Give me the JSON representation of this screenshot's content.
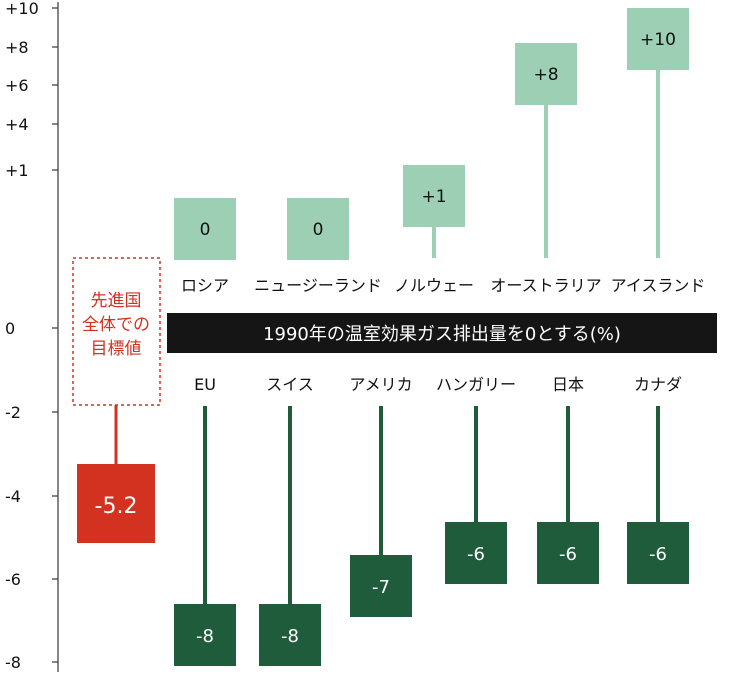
{
  "chart_data": {
    "type": "bar",
    "title": "1990年の温室効果ガス排出量を0とする(%)",
    "y_axis": {
      "tick_labels": [
        "+10",
        "+8",
        "+6",
        "+4",
        "+1",
        "0",
        "-2",
        "-4",
        "-6",
        "-8"
      ]
    },
    "target": {
      "label_lines": [
        "先進国",
        "全体での",
        "目標値"
      ],
      "value": -5.2,
      "value_label": "-5.2"
    },
    "positive_series": {
      "categories": [
        "ロシア",
        "ニュージーランド",
        "ノルウェー",
        "オーストラリア",
        "アイスランド"
      ],
      "values": [
        0,
        0,
        1,
        8,
        10
      ],
      "value_labels": [
        "0",
        "0",
        "+1",
        "+8",
        "+10"
      ]
    },
    "negative_series": {
      "categories": [
        "EU",
        "スイス",
        "アメリカ",
        "ハンガリー",
        "日本",
        "カナダ"
      ],
      "values": [
        -8,
        -8,
        -7,
        -6,
        -6,
        -6
      ],
      "value_labels": [
        "-8",
        "-8",
        "-7",
        "-6",
        "-6",
        "-6"
      ]
    },
    "colors": {
      "positive": "#9ccfb4",
      "negative": "#1e5c3c",
      "target": "#d2321f",
      "banner": "#151515"
    }
  }
}
